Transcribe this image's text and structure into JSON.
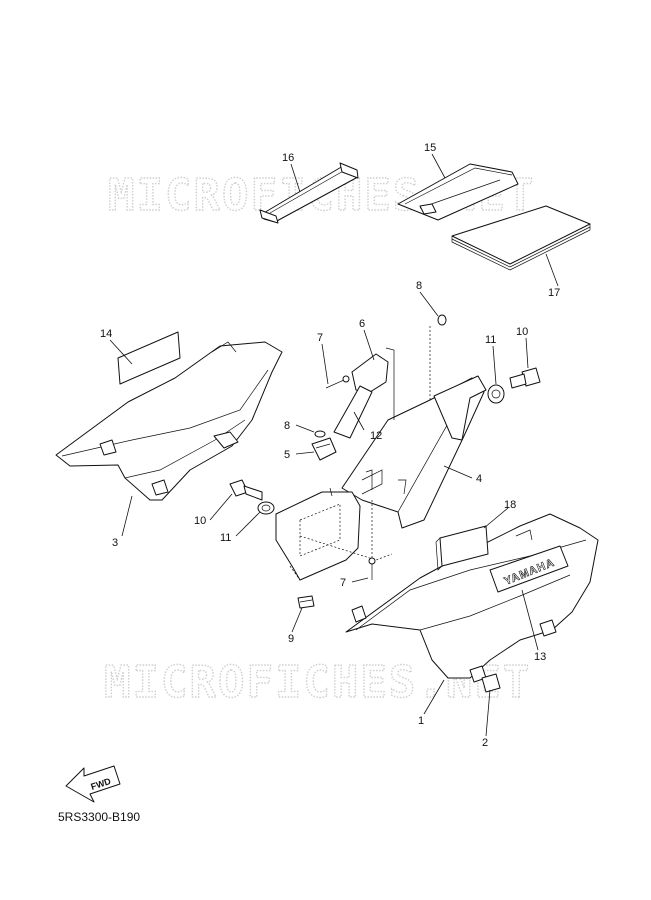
{
  "watermark": {
    "text": "MICROFICHES.NET"
  },
  "diagram_code": "5RS3300-B190",
  "fwd_label": "FWD",
  "brand_label": "YAMAHA",
  "callouts": [
    {
      "id": "c1",
      "label": "1"
    },
    {
      "id": "c2",
      "label": "2"
    },
    {
      "id": "c3",
      "label": "3"
    },
    {
      "id": "c4",
      "label": "4"
    },
    {
      "id": "c5",
      "label": "5"
    },
    {
      "id": "c6",
      "label": "6"
    },
    {
      "id": "c7a",
      "label": "7"
    },
    {
      "id": "c7b",
      "label": "7"
    },
    {
      "id": "c8a",
      "label": "8"
    },
    {
      "id": "c8b",
      "label": "8"
    },
    {
      "id": "c9",
      "label": "9"
    },
    {
      "id": "c10a",
      "label": "10"
    },
    {
      "id": "c10b",
      "label": "10"
    },
    {
      "id": "c11a",
      "label": "11"
    },
    {
      "id": "c11b",
      "label": "11"
    },
    {
      "id": "c12",
      "label": "12"
    },
    {
      "id": "c13",
      "label": "13"
    },
    {
      "id": "c14",
      "label": "14"
    },
    {
      "id": "c15",
      "label": "15"
    },
    {
      "id": "c16",
      "label": "16"
    },
    {
      "id": "c17",
      "label": "17"
    },
    {
      "id": "c18",
      "label": "18"
    }
  ]
}
